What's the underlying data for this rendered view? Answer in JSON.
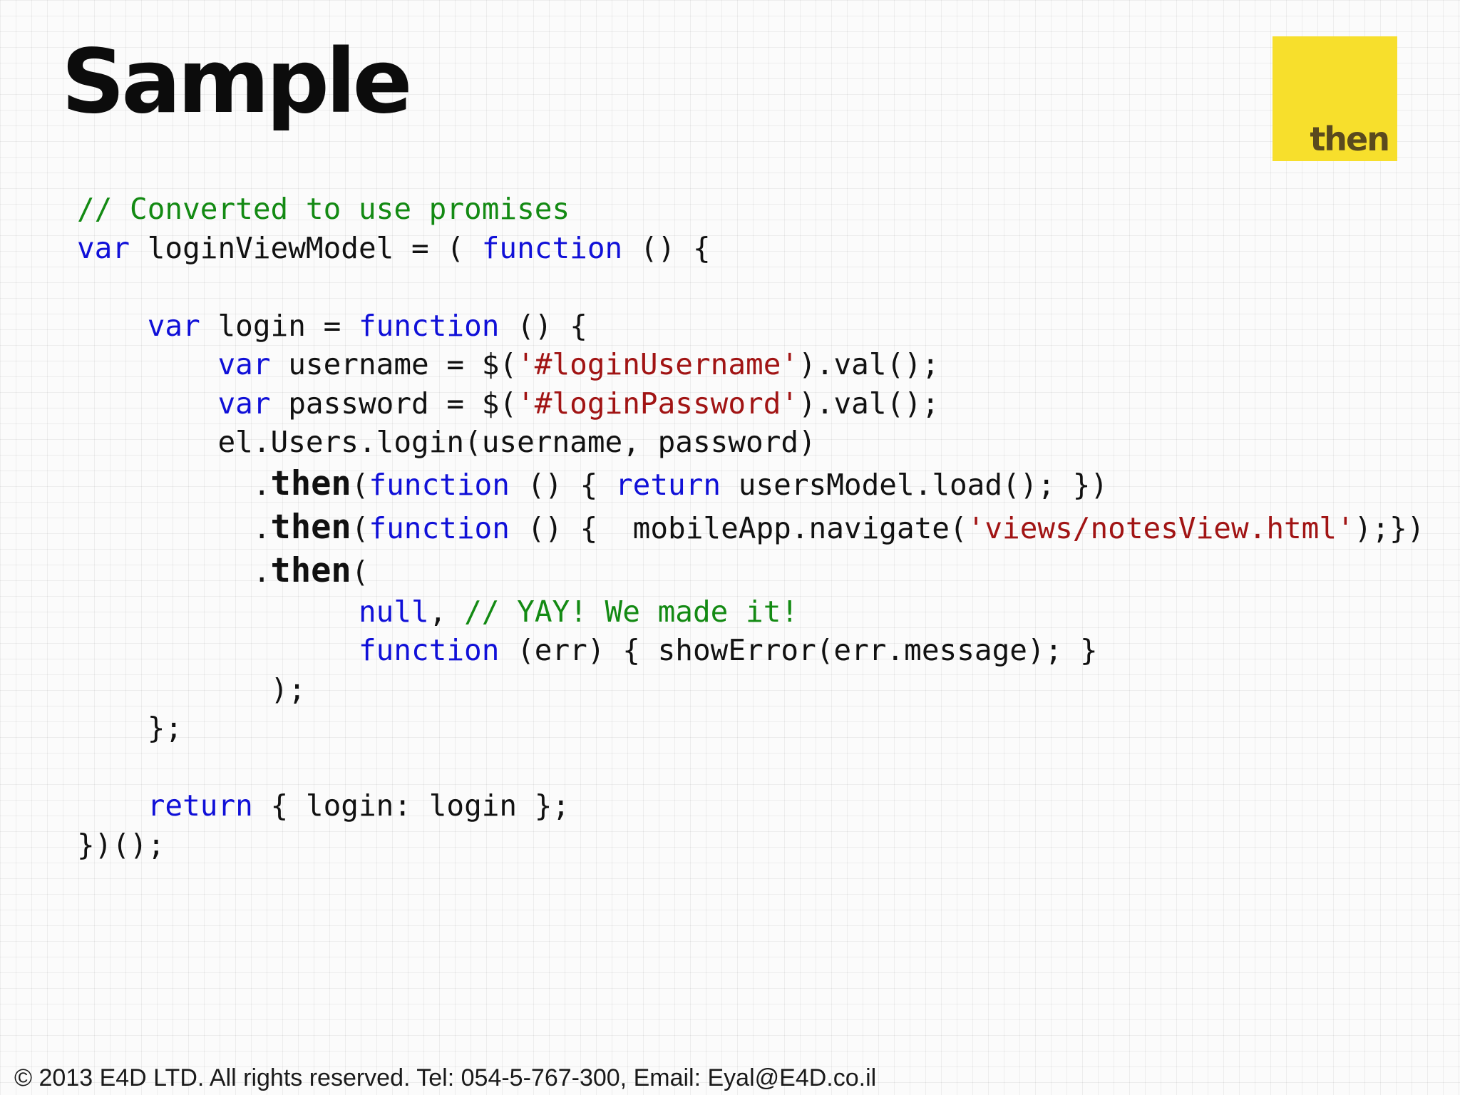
{
  "slide": {
    "title": "Sample",
    "logo_text": "then",
    "logo_color": "#f7df2c",
    "footer": "© 2013 E4D LTD. All rights reserved. Tel: 054-5-767-300, Email: Eyal@E4D.co.il"
  },
  "code": {
    "language": "javascript",
    "colors": {
      "keyword": "#1010d8",
      "comment": "#138a13",
      "string": "#a11414",
      "text": "#111111"
    },
    "tokens": {
      "comment_converted": "// Converted to use promises",
      "kw_var": "var",
      "kw_function": "function",
      "kw_return": "return",
      "kw_null": "null",
      "then": "then",
      "login_view_model_decl": " loginViewModel = ( ",
      "paren_open_brace": " () {",
      "login_decl": " login = ",
      "username_decl": " username = $(",
      "str_login_username": "'#loginUsername'",
      "val_call": ").val();",
      "password_decl": " password = $(",
      "str_login_password": "'#loginPassword'",
      "users_login_call": "el.Users.login(username, password)",
      "then1_mid": " () { ",
      "then1_tail": " usersModel.load(); })",
      "then2_mid": " () {  mobileApp.navigate(",
      "str_notes_view": "'views/notesView.html'",
      "then2_tail": ");})",
      "comma_sep": ", ",
      "comment_yay": "// YAY! We made it!",
      "err_handler": " (err) { showError(err.message); }",
      "close_paren_semicolon": ");",
      "close_brace_semicolon": "};",
      "return_obj": " { login: login };",
      "iife_close": "})();"
    }
  }
}
